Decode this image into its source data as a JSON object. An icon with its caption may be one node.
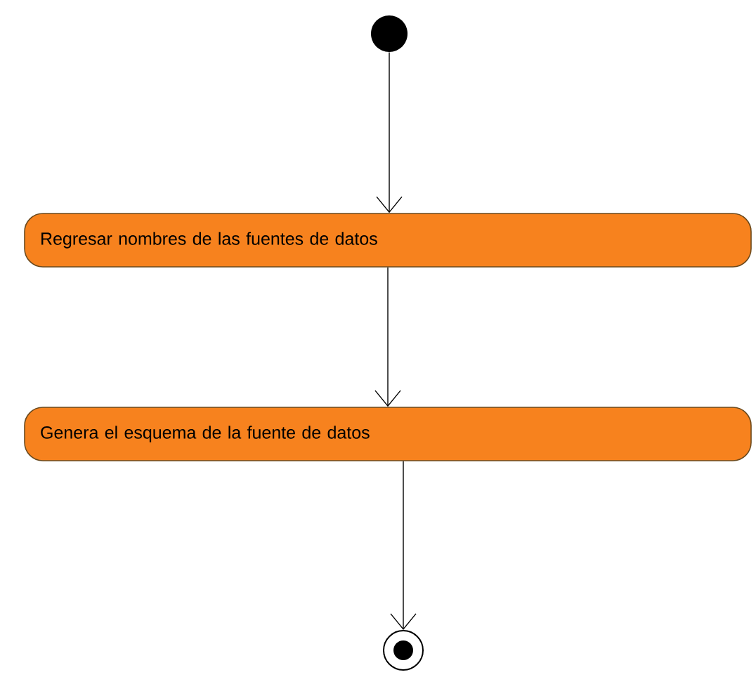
{
  "diagram": {
    "nodes": [
      {
        "text": [],
        "shape": "circle"
      },
      {
        "text": [
          "Regresar nombres de las fuentes de datos"
        ]
      },
      {
        "text": [
          "Genera el esquema de la fuente de datos"
        ]
      },
      {
        "text": [],
        "shape": "bullseye"
      }
    ],
    "edges": [
      {
        "from": 0,
        "to": 1,
        "arrow": "to"
      },
      {
        "from": 1,
        "to": 2,
        "arrow": "to"
      },
      {
        "from": 2,
        "to": 3,
        "arrow": "to"
      }
    ]
  }
}
